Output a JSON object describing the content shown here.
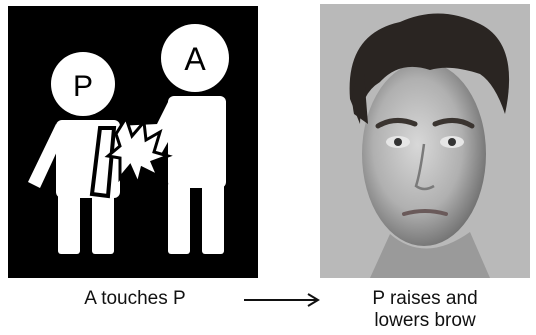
{
  "left_figure": {
    "label_p": "P",
    "label_a": "A"
  },
  "captions": {
    "action": "A touches P",
    "reaction_line1": "P raises and",
    "reaction_line2": "lowers brow"
  },
  "colors": {
    "pictogram_bg": "#000000",
    "pictogram_fg": "#ffffff",
    "photo_bg": "#b8b8b8"
  },
  "icons": [
    "touch-pictogram-icon",
    "right-arrow-icon"
  ]
}
